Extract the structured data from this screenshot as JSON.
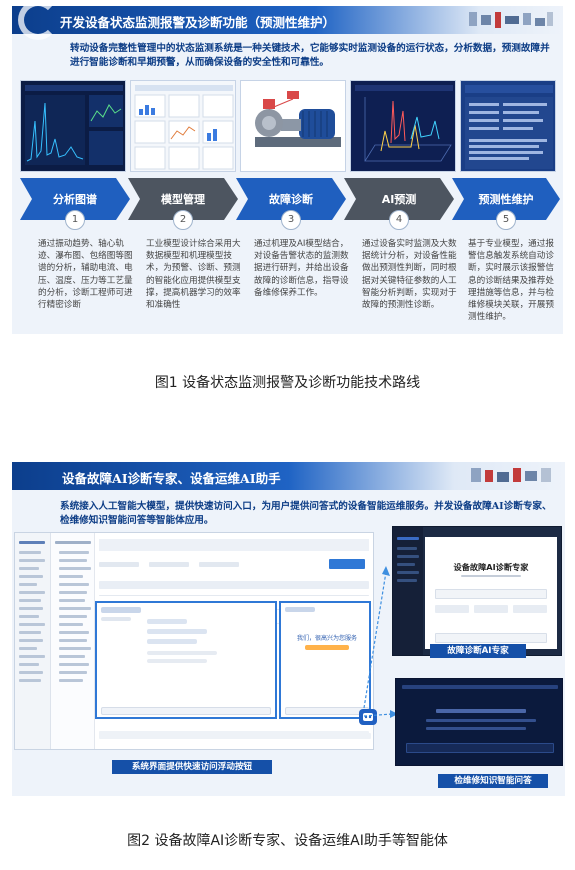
{
  "figure1": {
    "banner_title": "开发设备状态监测报警及诊断功能（预测性维护）",
    "intro": "转动设备完整性管理中的状态监测系统是一种关键技术，它能够实时监测设备的运行状态，分析数据，预测故障并进行智能诊断和早期预警，从而确保设备的安全性和可靠性。",
    "steps": [
      {
        "number": "1",
        "label": "分析图谱",
        "desc": "通过振动趋势、轴心轨迹、瀑布图、包络图等图谱的分析，辅助电流、电压、温度、压力等工艺量的分析，诊断工程师可进行精密诊断"
      },
      {
        "number": "2",
        "label": "模型管理",
        "desc": "工业模型设计综合采用大数据模型和机理模型技术，为预警、诊断、预测的智能化应用提供模型支撑，提高机器学习的效率和准确性"
      },
      {
        "number": "3",
        "label": "故障诊断",
        "desc": "通过机理及AI模型结合，对设备告警状态的监测数据进行研判，并给出设备故障的诊断信息，指导设备维修保养工作。"
      },
      {
        "number": "4",
        "label": "AI预测",
        "desc": "通过设备实时监测及大数据统计分析，对设备性能做出预测性判断，同时根据对关键特征参数的人工智能分析判断，实现对于故障的预测性诊断。"
      },
      {
        "number": "5",
        "label": "预测性维护",
        "desc": "基于专业模型，通过报警信息触发系统自动诊断，实时展示该报警信息的诊断结果及推荐处理措施等信息，并与检维修模块关联，开展预测性维护。"
      }
    ],
    "colors": {
      "step_blue": "#1f5fbf",
      "step_gray": "#4d5560",
      "banner": "#0c3e8c"
    }
  },
  "caption1": "图1 设备状态监测报警及诊断功能技术路线",
  "figure2": {
    "banner_title": "设备故障AI诊断专家、设备运维AI助手",
    "intro": "系统接入人工智能大模型，提供快速访问入口，为用户提供问答式的设备智能运维服务。并发设备故障AI诊断专家、检维修知识智能问答等智能体应用。",
    "ai_window_title": "设备故障AI诊断专家",
    "popup_greeting": "我们，很高兴为您服务",
    "callouts": {
      "ai_expert": "故障诊断AI专家",
      "quick_access": "系统界面提供快速访问浮动按钮",
      "knowledge_qa": "检维修知识智能问答"
    }
  },
  "caption2": "图2 设备故障AI诊断专家、设备运维AI助手等智能体"
}
